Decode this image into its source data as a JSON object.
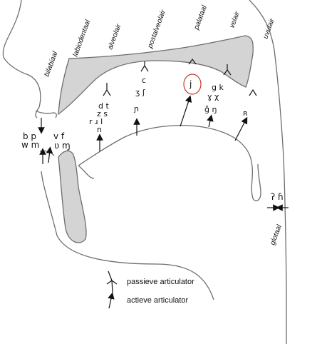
{
  "labels": {
    "bilabiaal": "bilabiaal",
    "labiodentaal": "labiodentaal",
    "alveolair": "alveolair",
    "postalveolair": "postalveolair",
    "palataal": "palataal",
    "velair": "velair",
    "uvulair": "uvulair",
    "glotaal": "glotaal"
  },
  "phonemes": {
    "bilabial_1": "b p",
    "bilabial_2": "w m",
    "labiodental_1": "v f",
    "labiodental_2": "ʋ ɱ",
    "alveolar_1": "d t",
    "alveolar_2": "z s",
    "alveolar_3": "r ɹ l",
    "alveolar_4": "n",
    "postalveolar_1": "c",
    "postalveolar_2": "ʒ ʃ",
    "postalveolar_3": "ɲ",
    "palatal_1": "j",
    "velar_1": "g k",
    "velar_2": "ɣ χ",
    "velar_3": "ɡ̊ ŋ",
    "uvular_1": "ʀ",
    "glottal_1": "ʔ ɦ"
  },
  "legend": {
    "passive": "passieve articulator",
    "active": "actieve articulator"
  },
  "colors": {
    "fill": "#d4d4d4",
    "stroke": "#6e6e6e",
    "highlight": "#c0392b"
  }
}
